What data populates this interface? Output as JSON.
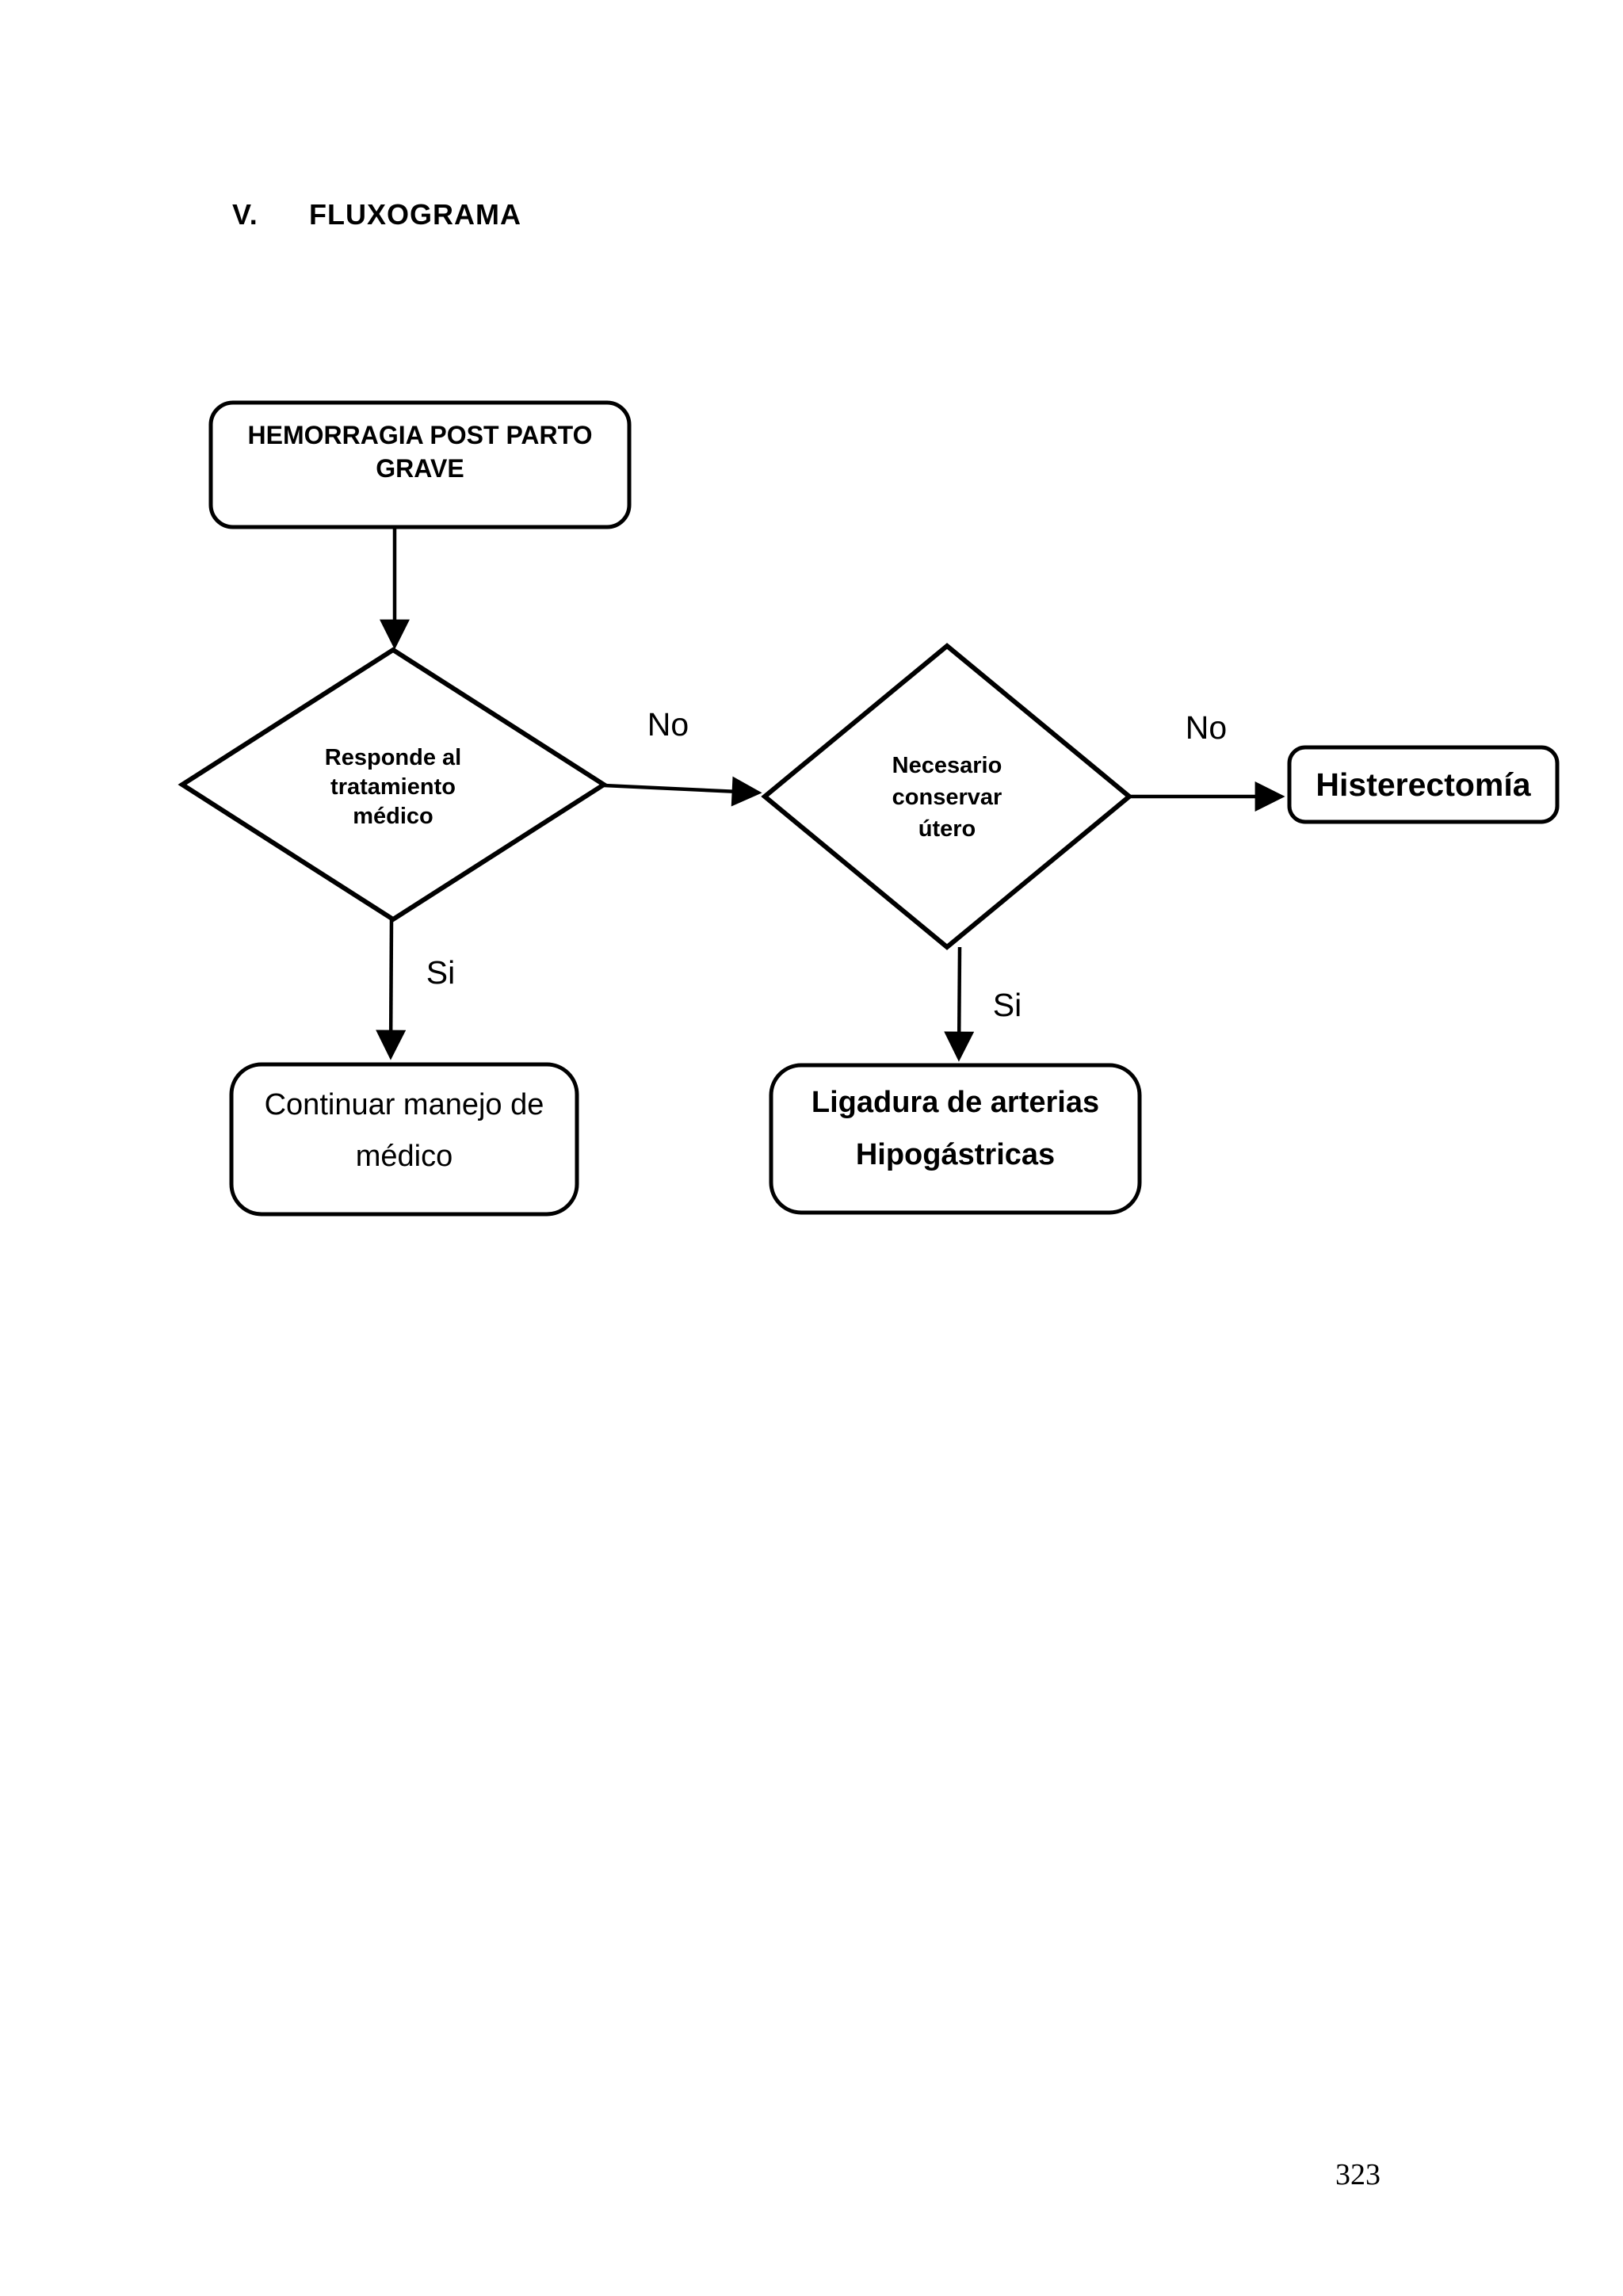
{
  "page": {
    "background_color": "#ffffff",
    "ink_color": "#000000",
    "page_number": "323"
  },
  "title": {
    "numeral": "V.",
    "label": "FLUXOGRAMA"
  },
  "flowchart": {
    "nodes": {
      "start": {
        "type": "terminator",
        "lines": [
          "HEMORRAGIA POST PARTO",
          "GRAVE"
        ]
      },
      "decision_responde": {
        "type": "decision",
        "lines": [
          "Responde al",
          "tratamiento",
          "médico"
        ]
      },
      "decision_necesario": {
        "type": "decision",
        "lines": [
          "Necesario",
          "conservar",
          "útero"
        ]
      },
      "histerectomia": {
        "type": "process",
        "lines": [
          "Histerectomía"
        ]
      },
      "continuar": {
        "type": "process",
        "lines": [
          "Continuar manejo de",
          "médico"
        ]
      },
      "ligadura": {
        "type": "process",
        "lines": [
          "Ligadura de arterias",
          "Hipogástricas"
        ]
      }
    },
    "edges": [
      {
        "from": "start",
        "to": "decision_responde",
        "label": ""
      },
      {
        "from": "decision_responde",
        "to": "decision_necesario",
        "label": "No"
      },
      {
        "from": "decision_responde",
        "to": "continuar",
        "label": "Si"
      },
      {
        "from": "decision_necesario",
        "to": "histerectomia",
        "label": "No"
      },
      {
        "from": "decision_necesario",
        "to": "ligadura",
        "label": "Si"
      }
    ]
  }
}
